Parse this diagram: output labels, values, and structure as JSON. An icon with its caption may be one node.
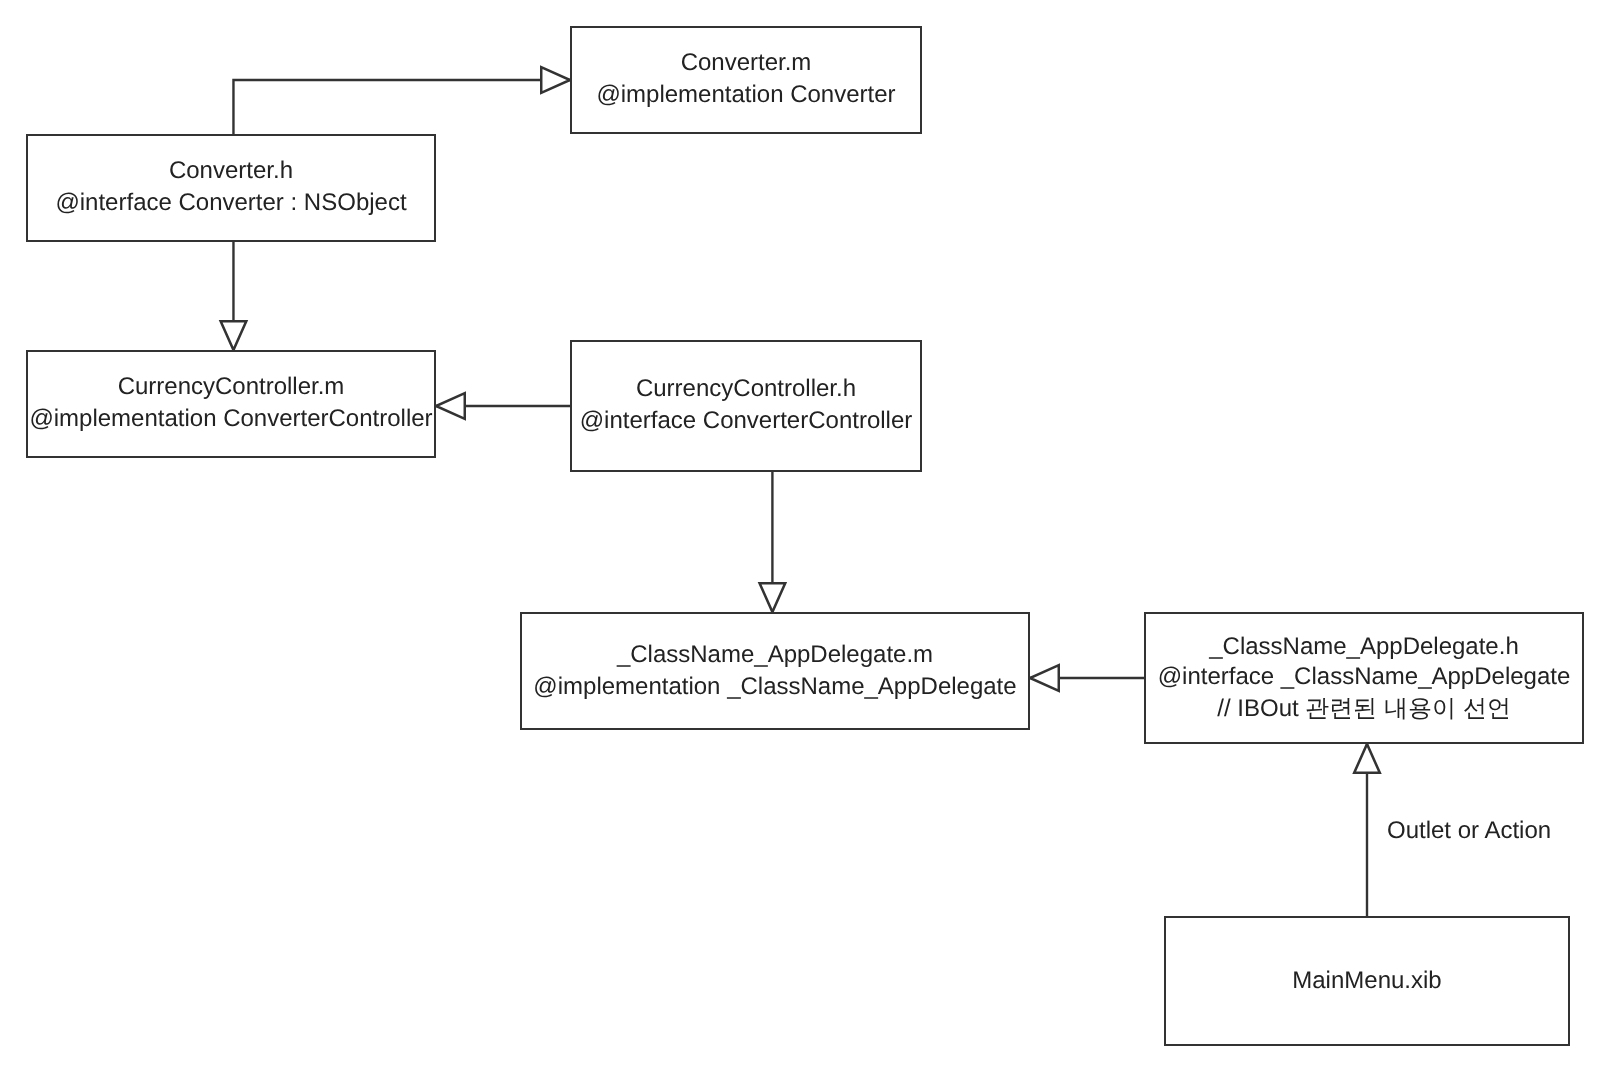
{
  "diagram": {
    "nodes": [
      {
        "text": [
          "Converter.m",
          "@implementation Converter"
        ]
      },
      {
        "text": [
          "Converter.h",
          "@interface Converter : NSObject"
        ]
      },
      {
        "text": [
          "CurrencyController.m",
          "@implementation ConverterController"
        ]
      },
      {
        "text": [
          "CurrencyController.h",
          "@interface ConverterController"
        ]
      },
      {
        "text": [
          "_ClassName_AppDelegate.m",
          "@implementation _ClassName_AppDelegate"
        ]
      },
      {
        "text": [
          "_ClassName_AppDelegate.h",
          "@interface _ClassName_AppDelegate",
          "// IBOut 관련된 내용이 선언"
        ]
      },
      {
        "text": [
          "MainMenu.xib"
        ]
      }
    ],
    "edges": [
      {
        "from": 1,
        "to": 0,
        "arrow": "to"
      },
      {
        "from": 1,
        "to": 2,
        "arrow": "to"
      },
      {
        "from": 3,
        "to": 2,
        "arrow": "to"
      },
      {
        "from": 3,
        "to": 4,
        "arrow": "to"
      },
      {
        "from": 5,
        "to": 4,
        "arrow": "to"
      },
      {
        "from": 6,
        "to": 5,
        "arrow": "to",
        "label": "Outlet or Action"
      }
    ]
  }
}
